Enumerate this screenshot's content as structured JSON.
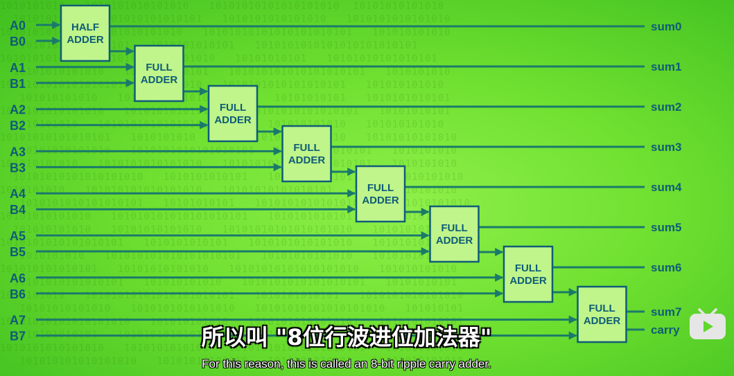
{
  "inputs": [
    {
      "a": "A0",
      "b": "B0"
    },
    {
      "a": "A1",
      "b": "B1"
    },
    {
      "a": "A2",
      "b": "B2"
    },
    {
      "a": "A3",
      "b": "B3"
    },
    {
      "a": "A4",
      "b": "B4"
    },
    {
      "a": "A5",
      "b": "B5"
    },
    {
      "a": "A6",
      "b": "B6"
    },
    {
      "a": "A7",
      "b": "B7"
    }
  ],
  "adders": [
    {
      "line1": "HALF",
      "line2": "ADDER"
    },
    {
      "line1": "FULL",
      "line2": "ADDER"
    },
    {
      "line1": "FULL",
      "line2": "ADDER"
    },
    {
      "line1": "FULL",
      "line2": "ADDER"
    },
    {
      "line1": "FULL",
      "line2": "ADDER"
    },
    {
      "line1": "FULL",
      "line2": "ADDER"
    },
    {
      "line1": "FULL",
      "line2": "ADDER"
    },
    {
      "line1": "FULL",
      "line2": "ADDER"
    }
  ],
  "outputs": [
    "sum0",
    "sum1",
    "sum2",
    "sum3",
    "sum4",
    "sum5",
    "sum6",
    "sum7"
  ],
  "carry_out": "carry",
  "subtitles": {
    "chinese": "所以叫 \"8位行波进位加法器\"",
    "english": "For this reason, this is called an 8-bit ripple carry adder."
  },
  "icons": {
    "watermark": "tv-icon"
  },
  "colors": {
    "accent": "#0f5c78",
    "box_fill": "#bff58a",
    "wire": "#1a7a6a",
    "watermark": "#e6e6e6"
  }
}
